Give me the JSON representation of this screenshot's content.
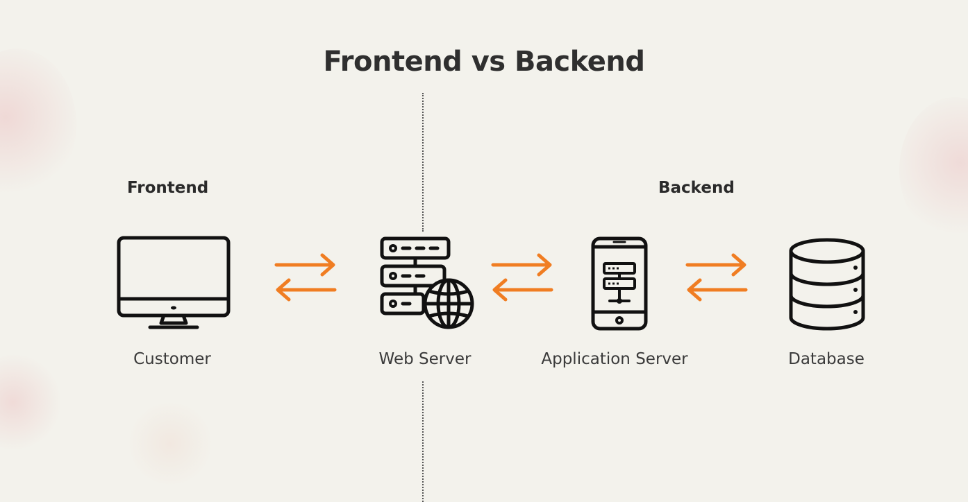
{
  "title": "Frontend vs Backend",
  "sections": {
    "frontend": "Frontend",
    "backend": "Backend"
  },
  "nodes": [
    {
      "label": "Customer",
      "icon": "monitor-icon"
    },
    {
      "label": "Web Server",
      "icon": "web-server-icon"
    },
    {
      "label": "Application Server",
      "icon": "mobile-app-server-icon"
    },
    {
      "label": "Database",
      "icon": "database-icon"
    }
  ],
  "colors": {
    "background": "#f3f2ec",
    "text": "#2f2f2f",
    "icon_stroke": "#111111",
    "arrow": "#f07d22"
  }
}
